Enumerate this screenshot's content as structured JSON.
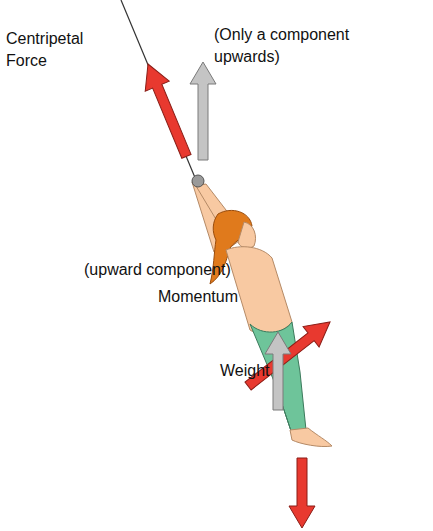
{
  "diagram": {
    "labels": [
      "Centripetal Force",
      "(Only a component upwards)",
      "(upward component)",
      "Momentum",
      "Weight"
    ]
  }
}
